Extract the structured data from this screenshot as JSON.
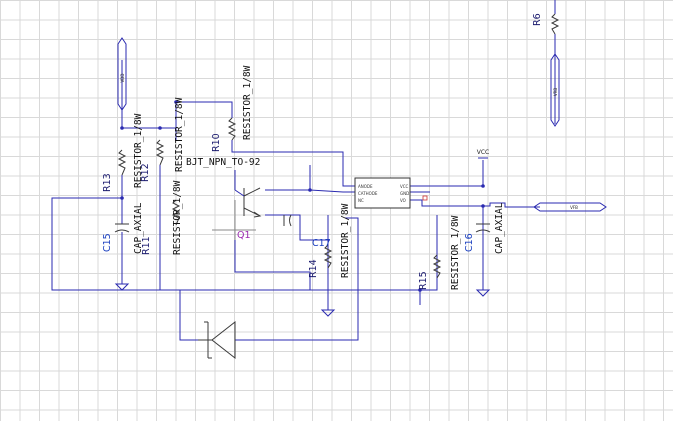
{
  "resistors": {
    "r6": {
      "ref": "R6"
    },
    "r13": {
      "ref": "R13",
      "value": "RESISTOR_1/8W"
    },
    "r12": {
      "ref": "R12",
      "value": "RESISTOR_1/8W"
    },
    "r11": {
      "ref": "R11",
      "value": "RESISTOR_1/8W"
    },
    "r10": {
      "ref": "R10",
      "value": "RESISTOR_1/8W"
    },
    "r14": {
      "ref": "R14",
      "value": "RESISTOR_1/8W"
    },
    "r15": {
      "ref": "R15",
      "value": "RESISTOR_1/8W"
    }
  },
  "capacitors": {
    "c15": {
      "ref": "C15",
      "value": "CAP_AXIAL"
    },
    "c16": {
      "ref": "C16",
      "value": "CAP_AXIAL"
    },
    "c17": {
      "ref": "C17"
    }
  },
  "transistor": {
    "ref": "Q1",
    "value": "BJT_NPN_TO-92"
  },
  "supply": {
    "vcc": "VCC",
    "vdd": "VDD",
    "vfb": "VFB",
    "vrb": "VRB"
  },
  "optocoupler": {
    "pins_left": [
      "ANODE",
      "CATHODE",
      "NC"
    ],
    "pins_right": [
      "VCC",
      "GND",
      "VO"
    ]
  }
}
